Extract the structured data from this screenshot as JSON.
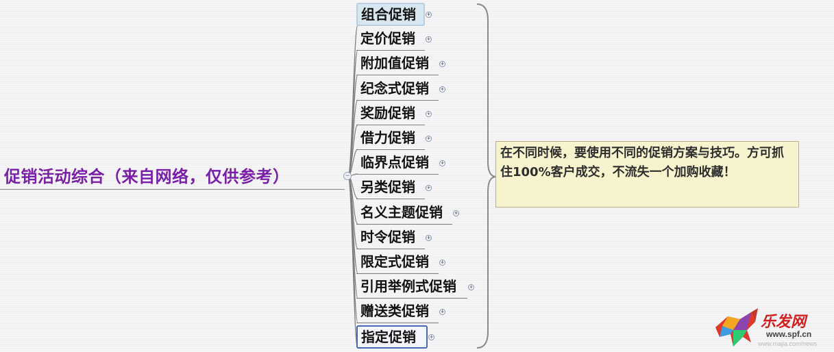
{
  "root": {
    "label": "促销活动综合（来自网络，仅供参考）",
    "collapse_symbol": "−"
  },
  "branches": [
    {
      "label": "组合促销"
    },
    {
      "label": "定价促销"
    },
    {
      "label": "附加值促销"
    },
    {
      "label": "纪念式促销"
    },
    {
      "label": "奖励促销"
    },
    {
      "label": "借力促销"
    },
    {
      "label": "临界点促销"
    },
    {
      "label": "另类促销"
    },
    {
      "label": "名义主题促销"
    },
    {
      "label": "时令促销"
    },
    {
      "label": "限定式促销"
    },
    {
      "label": "引用举例式促销"
    },
    {
      "label": "赠送类促销"
    },
    {
      "label": "指定促销"
    }
  ],
  "expand_symbol": "+",
  "summary_note": "在不同时候，要使用不同的促销方案与技巧。方可抓住100%客户成交，不流失一个加购收藏！",
  "logo": {
    "text": "乐发网",
    "url": "www.spf.cn"
  },
  "watermark": "www.majia.com/news",
  "colors": {
    "root_text": "#7a1fa8",
    "note_bg": "#f7f3cf",
    "selected_bg": "#d8e6ef",
    "focus_border": "#4a66b8"
  }
}
